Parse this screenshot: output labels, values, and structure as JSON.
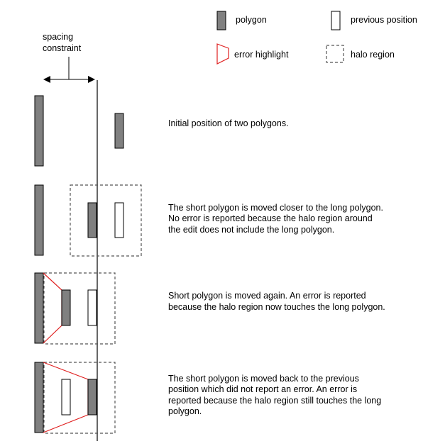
{
  "colors": {
    "polygon_fill": "#808080",
    "error_stroke": "#e02020"
  },
  "legend": {
    "polygon": "polygon",
    "previous_position": "previous position",
    "error_highlight": "error highlight",
    "halo_region": "halo region"
  },
  "spacing_label": [
    "spacing",
    "constraint"
  ],
  "steps": [
    {
      "description": [
        "Initial position of two polygons."
      ]
    },
    {
      "description": [
        "The short polygon is moved closer to the long polygon.",
        "No error is reported because the halo region around",
        "the edit does not include the long polygon."
      ]
    },
    {
      "description": [
        "Short polygon is moved again. An error is reported",
        "because the halo region now touches the long polygon."
      ]
    },
    {
      "description": [
        "The short polygon is moved back to the previous",
        "position which did not report an error. An error is",
        "reported because the halo region still touches the long",
        "polygon."
      ]
    }
  ]
}
